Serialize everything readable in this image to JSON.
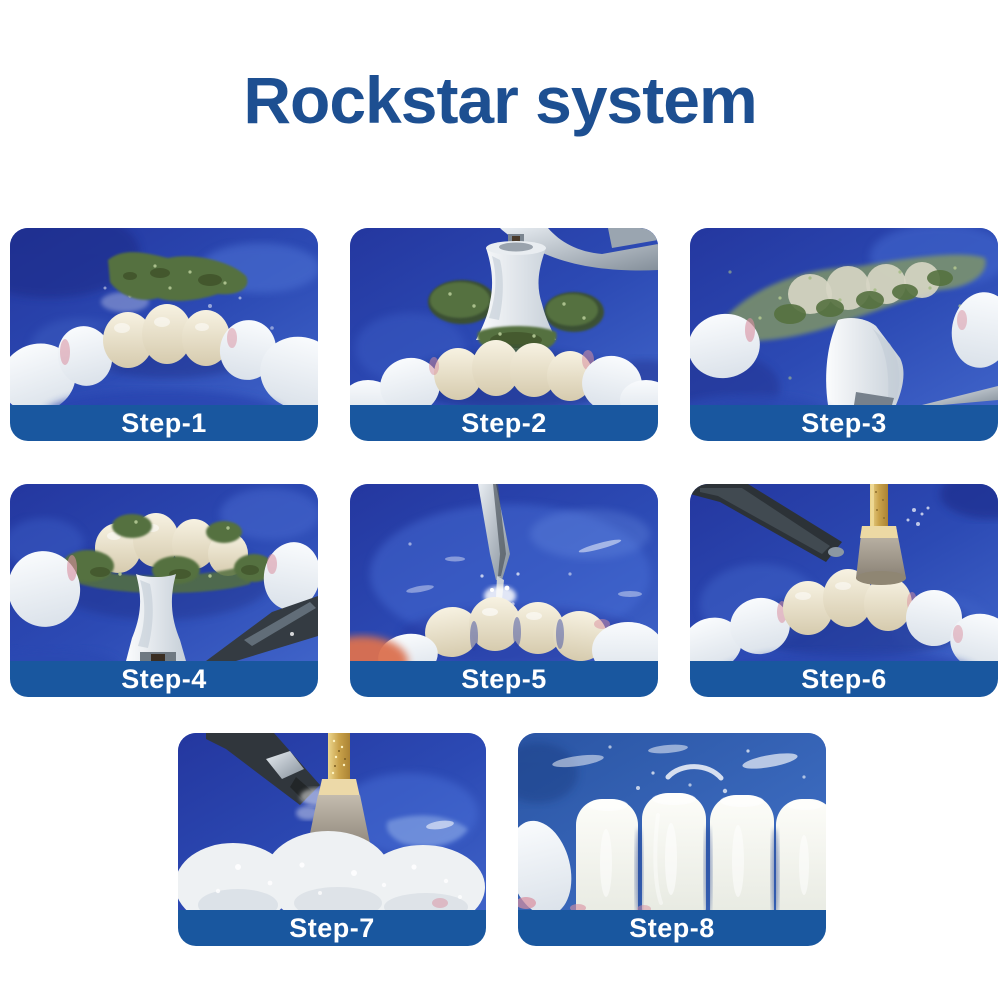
{
  "title": "Rockstar system",
  "colors": {
    "title_blue": "#1d4f91",
    "banner_blue": "#19579f",
    "banner_text": "#ffffff",
    "page_bg": "#ffffff"
  },
  "steps": [
    {
      "label": "Step-1",
      "alt": "green polishing paste blob above a row of dental crowns on a blue background"
    },
    {
      "label": "Step-2",
      "alt": "handpiece with white prophy cup and green paste over the crowns"
    },
    {
      "label": "Step-3",
      "alt": "crowns covered in green polishing paste, white prophy cup entering from below"
    },
    {
      "label": "Step-4",
      "alt": "white prophy cup polishing paste-covered crowns, dark instrument at lower right"
    },
    {
      "label": "Step-5",
      "alt": "metal tip rinsing the cleaned crowns with water"
    },
    {
      "label": "Step-6",
      "alt": "gold-shank polishing cup touching the crowns, dark instrument at upper left"
    },
    {
      "label": "Step-7",
      "alt": "close-up of polishing cup with foam over the crowns"
    },
    {
      "label": "Step-8",
      "alt": "close-up of the final glossy white crowns"
    }
  ]
}
